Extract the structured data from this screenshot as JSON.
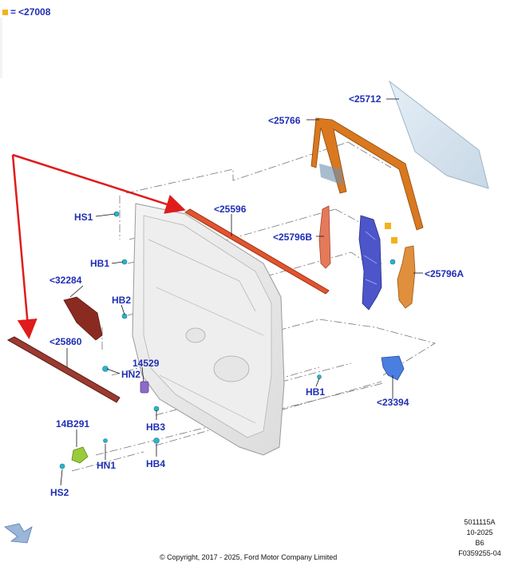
{
  "header": {
    "reference_text": "<27008",
    "equals_sign": "="
  },
  "labels": {
    "p25712": "<25712",
    "p25766": "<25766",
    "p25596": "<25596",
    "p25796B": "<25796B",
    "p25796A": "<25796A",
    "p32284": "<32284",
    "p25860": "<25860",
    "p23394": "<23394",
    "p14529": "14529",
    "p14B291": "14B291",
    "HS1": "HS1",
    "HB1_left": "HB1",
    "HB1_right": "HB1",
    "HB2": "HB2",
    "HN2": "HN2",
    "HB3": "HB3",
    "HB4": "HB4",
    "HN1": "HN1",
    "HS2": "HS2"
  },
  "footer": {
    "copyright": "© Copyright, 2017 - 2025, Ford Motor Company Limited",
    "code1": "5011115A",
    "date": "10-2025",
    "rev": "B6",
    "figure_id": "F0359255-04"
  },
  "colors": {
    "label_blue": "#1f2fb5",
    "red_arrow": "#e01b1b",
    "orange": "#d9781f",
    "dark_red": "#8a2b22",
    "light_blue_glass": "#d6e4ef",
    "purple_blue": "#4c55c9",
    "fastener_cyan": "#2bb3c9",
    "green": "#9acb3a",
    "marker_yellow": "#f2b21a"
  }
}
